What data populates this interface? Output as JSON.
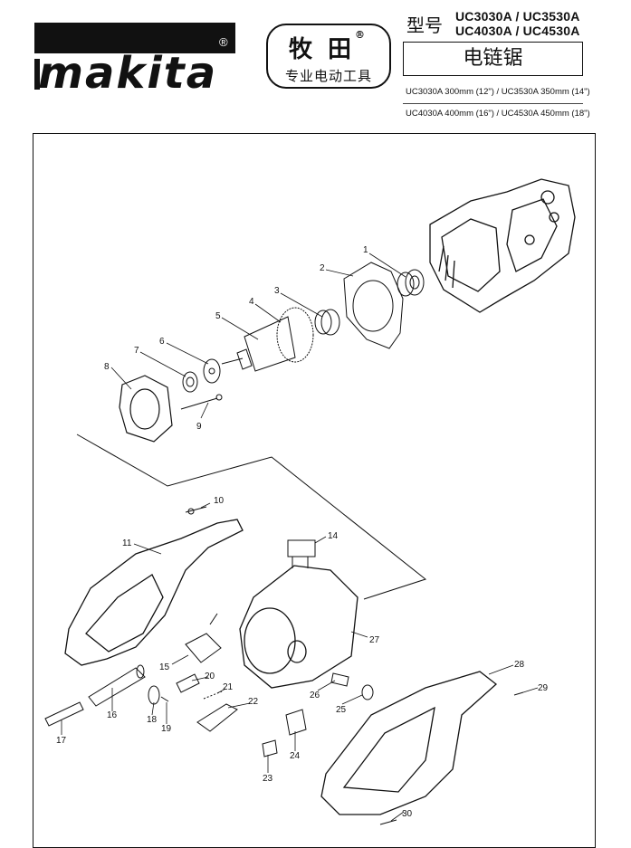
{
  "header": {
    "logo_text": "makita",
    "brand_name": "牧 田",
    "brand_reg": "®",
    "brand_subtitle": "专业电动工具",
    "model_label": "型号",
    "models_line1": "UC3030A / UC3530A",
    "models_line2": "UC4030A / UC4530A",
    "product_name": "电链锯",
    "spec_line1": "UC3030A 300mm (12\") / UC3530A 350mm (14\")",
    "spec_line2": "UC4030A 400mm (16\") / UC4530A 450mm (18\")"
  },
  "diagram": {
    "part_numbers": [
      "1",
      "2",
      "3",
      "4",
      "5",
      "6",
      "7",
      "8",
      "9",
      "10",
      "11",
      "14",
      "15",
      "16",
      "17",
      "18",
      "19",
      "20",
      "21",
      "22",
      "23",
      "24",
      "25",
      "26",
      "27",
      "28",
      "29",
      "30"
    ]
  },
  "colors": {
    "ink": "#111111",
    "paper": "#ffffff"
  }
}
